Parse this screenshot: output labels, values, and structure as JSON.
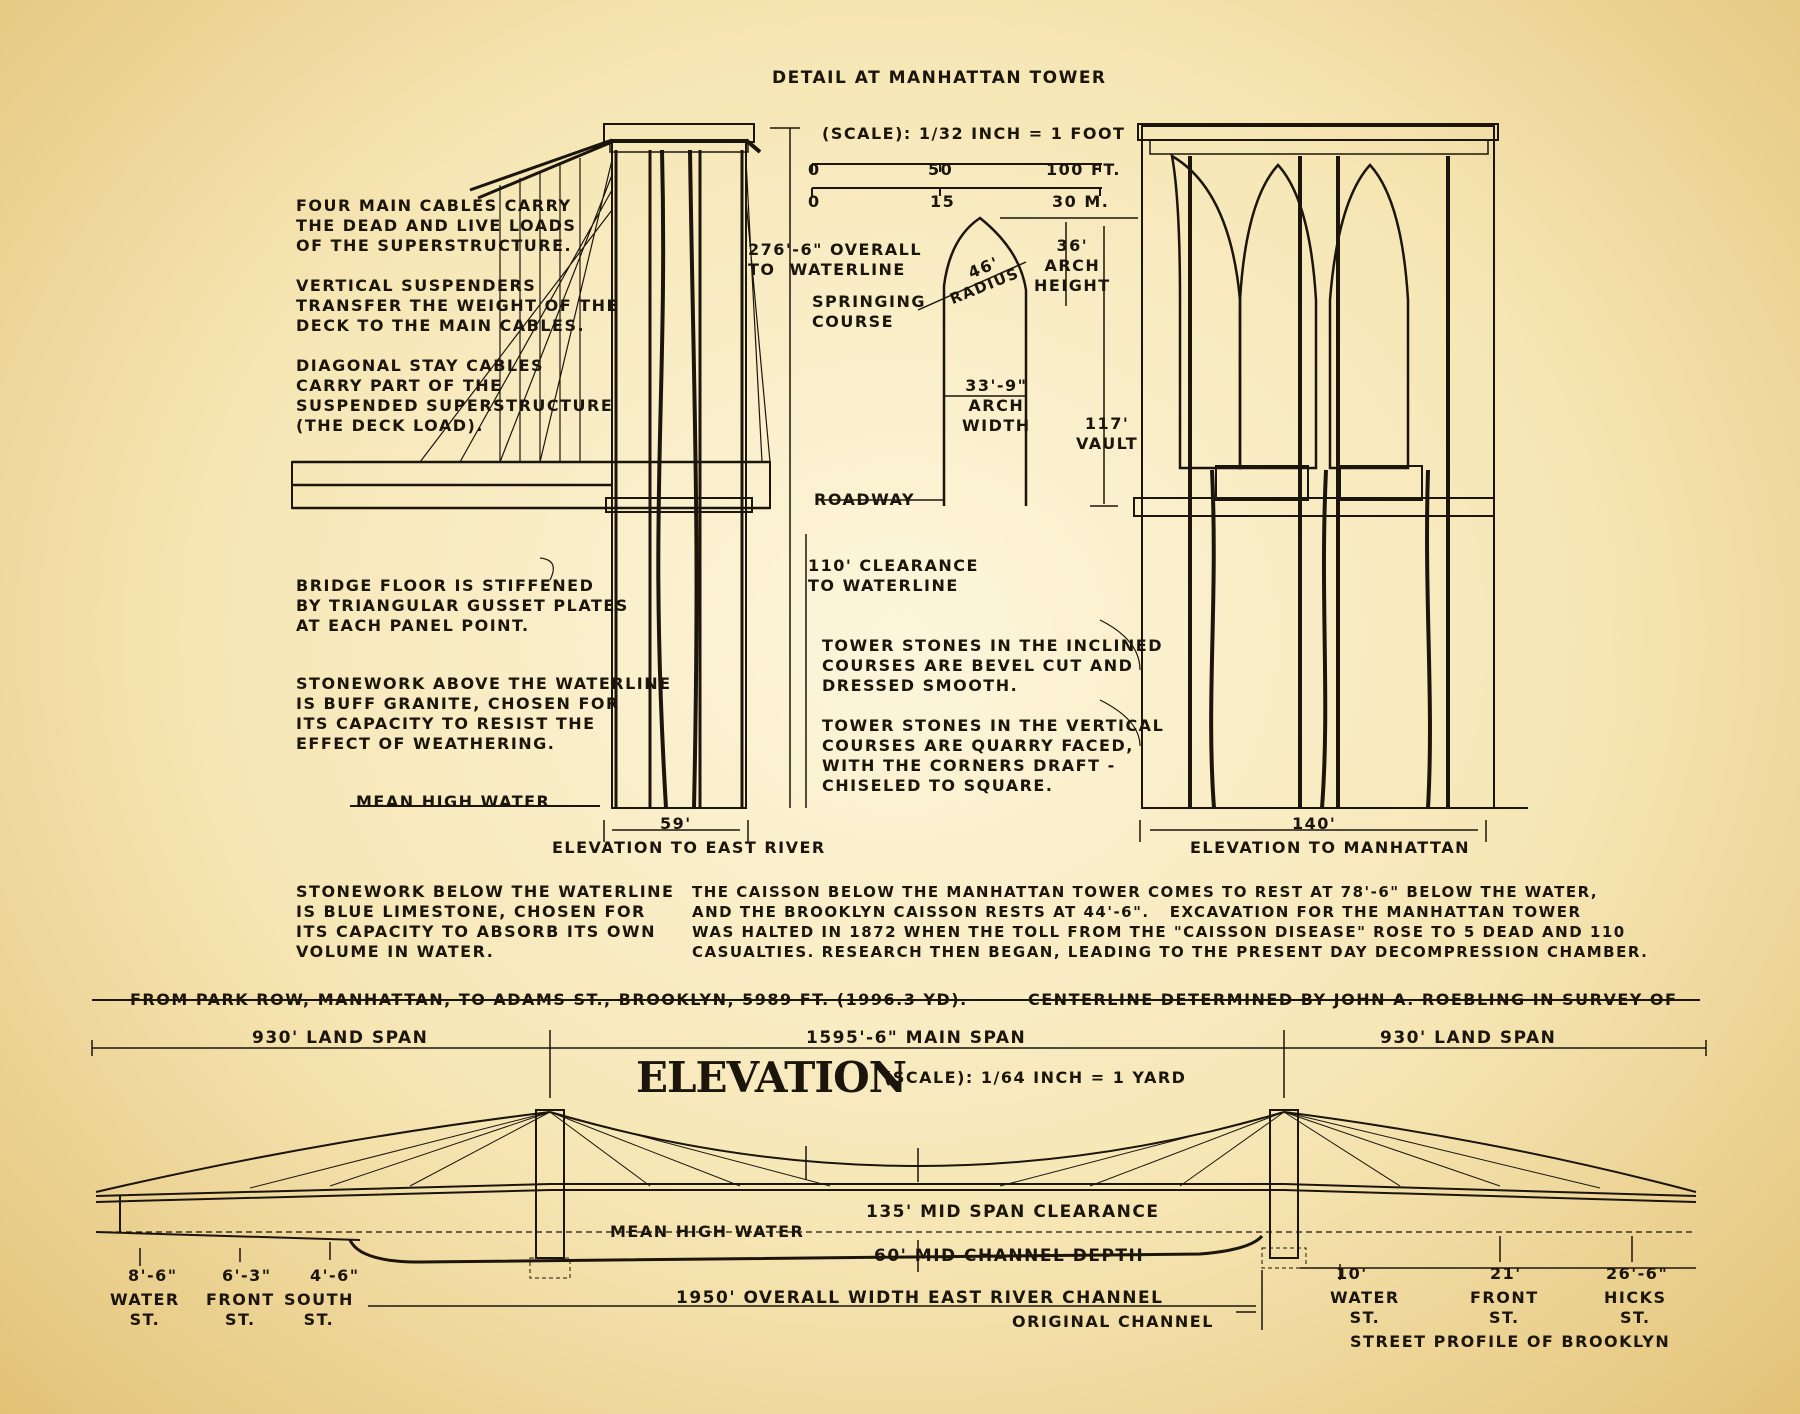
{
  "title": "DETAIL AT MANHATTAN TOWER",
  "detail_scale": {
    "label": "(SCALE): 1/32 INCH = 1 FOOT",
    "feet_ticks": [
      "0",
      "50",
      "100 FT."
    ],
    "meter_ticks": [
      "0",
      "15",
      "30 M."
    ]
  },
  "notes": {
    "cables": "FOUR MAIN CABLES CARRY\nTHE DEAD AND LIVE LOADS\nOF THE SUPERSTRUCTURE.",
    "suspenders": "VERTICAL SUSPENDERS\nTRANSFER THE WEIGHT OF THE\nDECK TO THE MAIN CABLES.",
    "stays": "DIAGONAL STAY CABLES\nCARRY PART OF THE\nSUSPENDED SUPERSTRUCTURE\n(THE DECK LOAD).",
    "floor": "BRIDGE FLOOR IS STIFFENED\nBY TRIANGULAR GUSSET PLATES\nAT EACH PANEL POINT.",
    "granite": "STONEWORK ABOVE THE WATERLINE\nIS BUFF GRANITE, CHOSEN FOR\nITS CAPACITY TO RESIST THE\nEFFECT OF WEATHERING.",
    "mean_high_water": "MEAN HIGH WATER",
    "limestone": "STONEWORK BELOW THE WATERLINE\nIS BLUE LIMESTONE, CHOSEN FOR\nITS CAPACITY TO ABSORB ITS OWN\nVOLUME IN WATER.",
    "caisson": "THE CAISSON BELOW THE MANHATTAN TOWER COMES TO REST AT 78'-6\" BELOW THE WATER,\nAND THE BROOKLYN CAISSON RESTS AT 44'-6\".   EXCAVATION FOR THE MANHATTAN TOWER\nWAS HALTED IN 1872 WHEN THE TOLL FROM THE \"CAISSON DISEASE\" ROSE TO 5 DEAD AND 110\nCASUALTIES. RESEARCH THEN BEGAN, LEADING TO THE PRESENT DAY DECOMPRESSION CHAMBER.",
    "inclined": "TOWER STONES IN THE INCLINED\nCOURSES ARE BEVEL CUT AND\nDRESSED SMOOTH.",
    "vertical": "TOWER STONES IN THE VERTICAL\nCOURSES ARE QUARRY FACED,\nWITH THE CORNERS DRAFT -\nCHISELED TO SQUARE."
  },
  "dims": {
    "overall": "276'-6\" OVERALL\nTO  WATERLINE",
    "radius_val": "46'",
    "radius_word": "RADIUS",
    "springing": "SPRINGING\nCOURSE",
    "arch_height": "36'\nARCH\nHEIGHT",
    "arch_width": "33'-9\"\nARCH\nWIDTH",
    "vault": "117'\nVAULT",
    "roadway": "ROADWAY",
    "clearance": "110' CLEARANCE\nTO WATERLINE",
    "width_59": "59'",
    "width_140": "140'"
  },
  "captions": {
    "east_river": "ELEVATION TO EAST RIVER",
    "manhattan": "ELEVATION TO MANHATTAN"
  },
  "elevation": {
    "header_left": "FROM PARK ROW, MANHATTAN, TO ADAMS ST., BROOKLYN, 5989 FT. (1996.3 YD).",
    "header_right": "CENTERLINE DETERMINED BY JOHN A. ROEBLING IN SURVEY OF",
    "land_span_left": "930' LAND SPAN",
    "main_span": "1595'-6\" MAIN SPAN",
    "land_span_right": "930' LAND SPAN",
    "title": "ELEVATION",
    "scale": "(SCALE): 1/64 INCH = 1 YARD",
    "mid_span_clearance": "135' MID SPAN CLEARANCE",
    "mean_high_water": "MEAN HIGH WATER",
    "mid_channel_depth": "60' MID CHANNEL DEPTH",
    "channel_width": "1950' OVERALL WIDTH EAST RIVER CHANNEL",
    "original_channel": "ORIGINAL CHANNEL",
    "street_profile": "STREET PROFILE OF BROOKLYN",
    "streets": [
      {
        "elev": "8'-6\"",
        "name": "WATER\nST."
      },
      {
        "elev": "6'-3\"",
        "name": "FRONT\nST."
      },
      {
        "elev": "4'-6\"",
        "name": "SOUTH\nST."
      },
      {
        "elev": "10'",
        "name": "WATER\nST."
      },
      {
        "elev": "21'",
        "name": "FRONT\nST."
      },
      {
        "elev": "26'-6\"",
        "name": "HICKS\nST."
      }
    ]
  },
  "colors": {
    "paper": "#f6e6b4",
    "ink": "#1b150c",
    "border": "#e3c277"
  }
}
